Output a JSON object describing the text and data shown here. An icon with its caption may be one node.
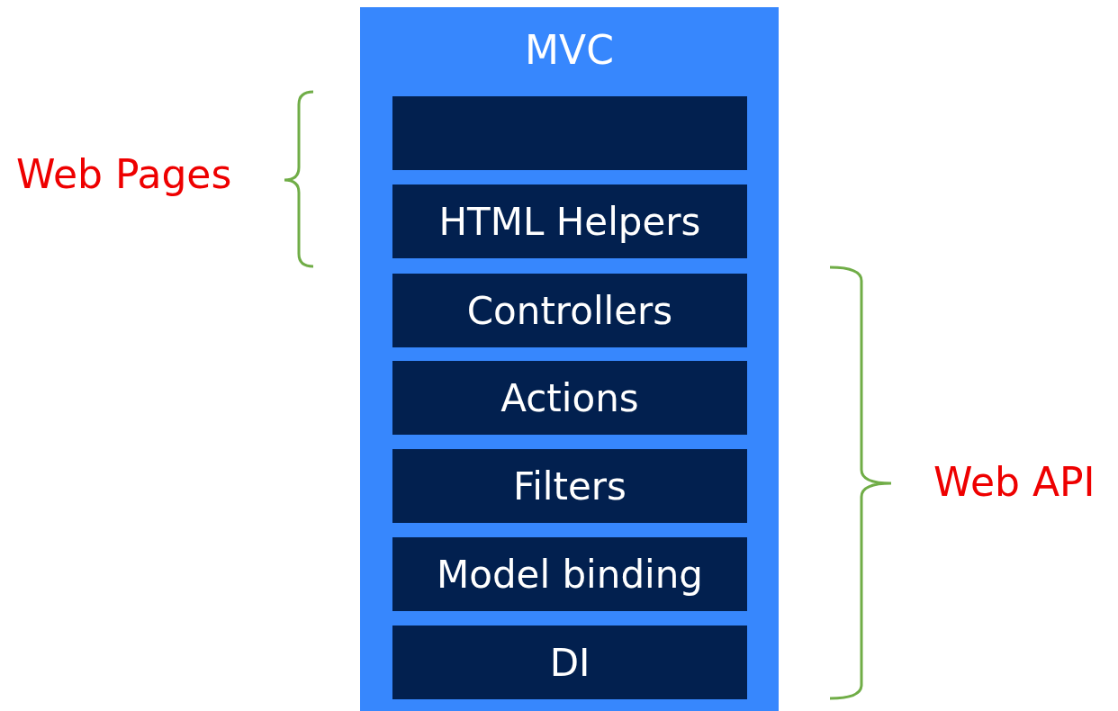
{
  "diagram": {
    "nodes": [
      {
        "text": [
          "MVC"
        ]
      },
      {
        "text": [],
        "shape": "box",
        "in": 0
      },
      {
        "text": [
          "HTML Helpers"
        ],
        "in": 0
      },
      {
        "text": [
          "Controllers"
        ],
        "in": 0
      },
      {
        "text": [
          "Actions"
        ],
        "in": 0
      },
      {
        "text": [
          "Filters"
        ],
        "in": 0
      },
      {
        "text": [
          "Model binding"
        ],
        "in": 0
      },
      {
        "text": [
          "DI"
        ],
        "in": 0
      }
    ],
    "edges": [],
    "labels": [
      "Web Pages",
      "Web API"
    ]
  }
}
